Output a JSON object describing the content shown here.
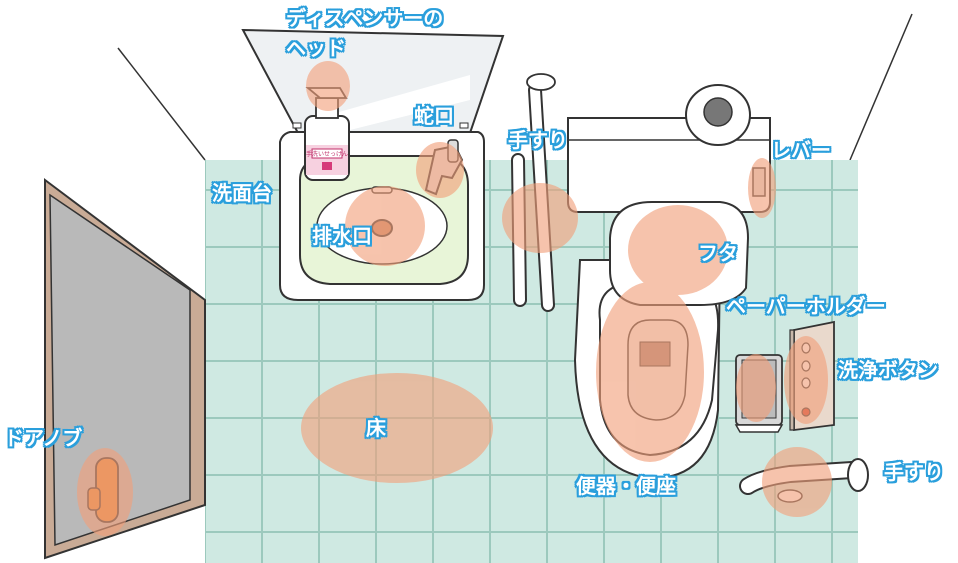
{
  "colors": {
    "floor": "#cfe9e2",
    "grout": "#9cc9bd",
    "highlight": "#f2a07a",
    "label_outline": "#2a9fdc",
    "line": "#333333",
    "fixture": "#ffffff",
    "basin_green": "#e8f5d8",
    "door_frame": "#c9ab96",
    "door_glass": "#b9b9b9"
  },
  "labels": {
    "dispenser_head": [
      "ディスペンサーの",
      "ヘッド"
    ],
    "faucet": "蛇口",
    "washbasin": "洗面台",
    "drain": "排水口",
    "handrail_wall": "手すり",
    "lever": "レバー",
    "lid": "フタ",
    "paper_holder": "ペーパーホルダー",
    "flush_button": "洗浄ボタン",
    "floor": "床",
    "door_knob": "ドアノブ",
    "toilet_seat": "便器・便座",
    "handrail_side": "手すり"
  },
  "dispenser_sticker": "手洗いせっけん"
}
